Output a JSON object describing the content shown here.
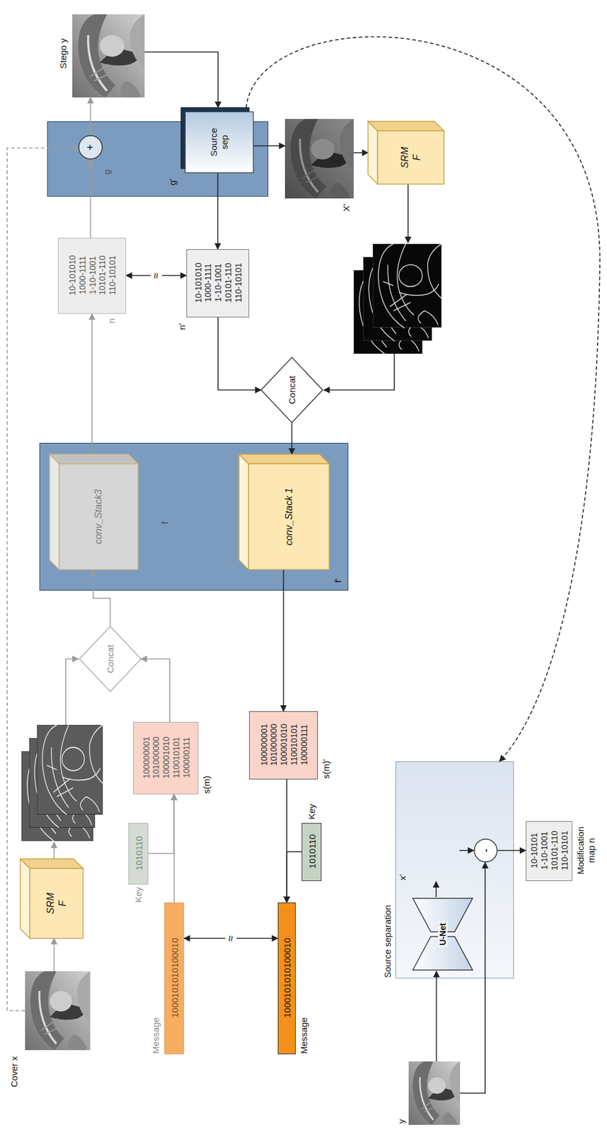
{
  "diagram": {
    "nodes": [
      {
        "text": [
          "Cover x"
        ]
      },
      {
        "text": [
          "SRM F"
        ]
      },
      {
        "text": [
          "Concat"
        ]
      },
      {
        "text": [
          "f",
          "f'"
        ]
      },
      {
        "text": [
          "conv_Stack3"
        ],
        "in": 3
      },
      {
        "text": [
          "conv_Stack 1"
        ],
        "in": 3
      },
      {
        "text": [
          "n",
          "10-101010 1000-1111 1-10-1001 10101-110 110-10101"
        ]
      },
      {
        "text": [
          "g",
          "g'"
        ]
      },
      {
        "text": [
          "+"
        ],
        "in": 7
      },
      {
        "text": [
          "Source sep"
        ],
        "in": 7
      },
      {
        "text": [
          "Stego y"
        ]
      },
      {
        "text": [
          "Key",
          "1010110"
        ]
      },
      {
        "text": [
          "Message",
          "1000101010100010"
        ]
      },
      {
        "text": [
          "100000001 101000000 100001010 110010101 100000111",
          "s(m)"
        ]
      },
      {
        "text": [
          "n'",
          "10-101010 1000-1111 1-10-1001 10101-110 110-10101"
        ]
      },
      {
        "text": [
          "X'"
        ]
      },
      {
        "text": [
          "SRM F"
        ]
      },
      {
        "text": [
          "Concat"
        ]
      },
      {
        "text": [
          "Message",
          "1000101010100010"
        ]
      },
      {
        "text": [
          "Key",
          "1010110"
        ]
      },
      {
        "text": [
          "100000001 101000000 100001010 110010101 100000111",
          "s(m)'"
        ]
      },
      {
        "text": [
          "y"
        ]
      },
      {
        "text": [
          "Source separation"
        ]
      },
      {
        "text": [
          "U-Net"
        ],
        "in": 22
      },
      {
        "text": [
          "x'"
        ],
        "in": 22
      },
      {
        "text": [
          "-"
        ],
        "in": 22
      },
      {
        "text": [
          "10-10101 1-10-1001 10101-110 110-10101",
          "Modification map n"
        ]
      }
    ],
    "edges": [
      {
        "from": 0,
        "to": 1,
        "arrow": "to"
      },
      {
        "from": 13,
        "to": 2,
        "arrow": "to"
      },
      {
        "from": 2,
        "to": 4,
        "arrow": "to"
      },
      {
        "from": 4,
        "to": 6,
        "arrow": "to"
      },
      {
        "from": 6,
        "to": 8,
        "arrow": "to"
      },
      {
        "from": 0,
        "to": 8,
        "arrow": "to"
      },
      {
        "from": 8,
        "to": 10,
        "arrow": "to"
      },
      {
        "from": 10,
        "to": 9,
        "arrow": "to"
      },
      {
        "from": 9,
        "to": 14,
        "arrow": "to"
      },
      {
        "from": 9,
        "to": 15,
        "arrow": "to"
      },
      {
        "from": 15,
        "to": 16,
        "arrow": "to"
      },
      {
        "from": 14,
        "to": 17,
        "arrow": "to"
      },
      {
        "from": 17,
        "to": 5,
        "arrow": "to"
      },
      {
        "from": 5,
        "to": 20,
        "arrow": "to"
      },
      {
        "from": 20,
        "to": 18,
        "arrow": "to"
      },
      {
        "from": 19,
        "to": 18,
        "arrow": "to"
      },
      {
        "from": 12,
        "to": 13,
        "arrow": "to"
      },
      {
        "from": 11,
        "to": 13,
        "arrow": "to"
      },
      {
        "from": 12,
        "to": 18,
        "label": "≈",
        "arrow": "both"
      },
      {
        "from": 6,
        "to": 14,
        "label": "≈",
        "arrow": "both"
      },
      {
        "from": 21,
        "to": 23,
        "arrow": "to"
      },
      {
        "from": 23,
        "to": 24,
        "arrow": "to"
      },
      {
        "from": 24,
        "to": 25,
        "arrow": "to"
      },
      {
        "from": 21,
        "to": 25,
        "arrow": "to"
      },
      {
        "from": 25,
        "to": 26,
        "arrow": "to"
      },
      {
        "from": 9,
        "to": 22,
        "arrow": "to"
      }
    ]
  }
}
